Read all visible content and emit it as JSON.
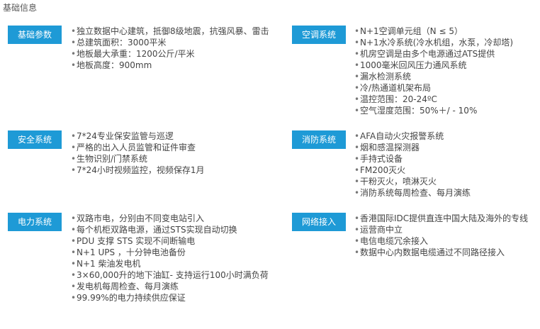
{
  "page": {
    "title": "基础信息"
  },
  "colors": {
    "tag_background": "#1e9ad6",
    "tag_text": "#ffffff",
    "body_text": "#444444"
  },
  "bullet": "•",
  "sections": {
    "basic": {
      "label": "基础参数",
      "items": [
        "独立数据中心建筑，抵御8级地震，抗强风暴、雷击",
        "总建筑面积：3000平米",
        "地板最大承重：1200公斤/平米",
        "地板高度：900mm"
      ]
    },
    "aircon": {
      "label": "空调系统",
      "items": [
        "N+1空调单元组（N ≤ 5）",
        "N+1水冷系统(冷水机组，水泵，冷却塔)",
        "机房空调是由多个电源通过ATS提供",
        "1000毫米回风压力通风系统",
        "漏水检测系统",
        "冷/热通道机架布局",
        "温控范围：20-24ºC",
        "空气湿度范围：50%＋/ - 10%"
      ]
    },
    "security": {
      "label": "安全系统",
      "items": [
        "7*24专业保安监管与巡逻",
        "严格的出入人员监管和证件审查",
        "生物识别/门禁系统",
        "7*24小时视频监控，视频保存1月"
      ]
    },
    "fire": {
      "label": "消防系统",
      "items": [
        "AFA自动火灾报警系统",
        "烟和感温探测器",
        "手持式设备",
        "FM200灭火",
        "干粉灭火，喷淋灭火",
        "消防系统每周检查、每月演练"
      ]
    },
    "power": {
      "label": "电力系统",
      "items": [
        "双路市电，分别由不同变电站引入",
        "每个机柜双路电源，通过STS实现自动切换",
        "PDU 支撑 STS 实现不间断输电",
        "N+1 UPS ，十分钟电池备份",
        "N+1 柴油发电机",
        "3×60,000升的地下油缸- 支持运行100小时满负荷",
        "发电机每周检查、每月演练",
        "99.99%的电力持续供应保证"
      ]
    },
    "network": {
      "label": "网络接入",
      "items": [
        "香港国际IDC提供直连中国大陆及海外的专线",
        "运营商中立",
        "电信电缆冗余接入",
        "数据中心内数据电缆通过不同路径接入"
      ]
    }
  }
}
